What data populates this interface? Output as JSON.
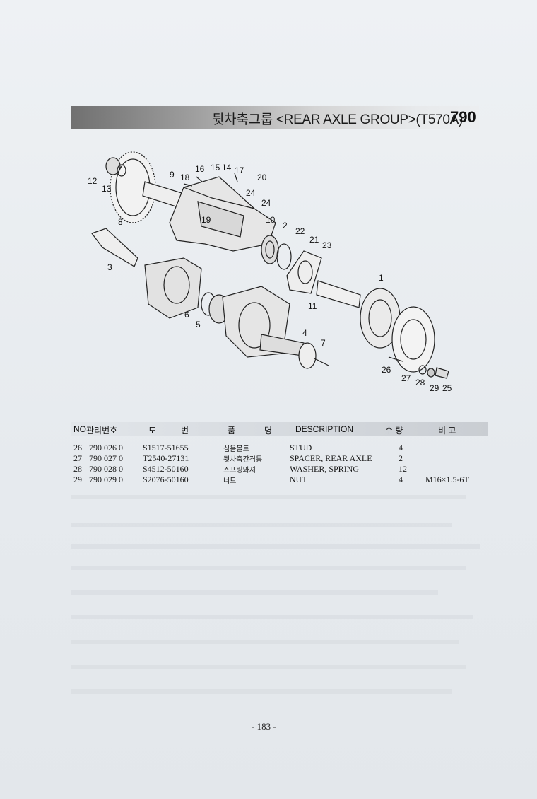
{
  "header": {
    "title": "뒷차축그룹 <REAR AXLE GROUP>(T570A)",
    "group_code": "790"
  },
  "diagram": {
    "callouts": [
      "12",
      "13",
      "8",
      "9",
      "18",
      "16",
      "15",
      "14",
      "17",
      "20",
      "24",
      "24",
      "19",
      "10",
      "2",
      "22",
      "21",
      "23",
      "3",
      "1",
      "11",
      "6",
      "5",
      "4",
      "7",
      "26",
      "27",
      "28",
      "29",
      "25"
    ]
  },
  "table": {
    "headers": {
      "no": "NO",
      "code": "관리번호",
      "drawing_1": "도",
      "drawing_2": "번",
      "name_1": "품",
      "name_2": "명",
      "description": "DESCRIPTION",
      "qty": "수 량",
      "remarks": "비 고"
    },
    "rows": [
      {
        "no": "26",
        "code": "790 026 0",
        "drawing": "S1517-51655",
        "kor": "심음볼트",
        "desc": "STUD",
        "qty": "4",
        "remarks": ""
      },
      {
        "no": "27",
        "code": "790 027 0",
        "drawing": "T2540-27131",
        "kor": "뒷차축간격통",
        "desc": "SPACER, REAR AXLE",
        "qty": "2",
        "remarks": ""
      },
      {
        "no": "28",
        "code": "790 028 0",
        "drawing": "S4512-50160",
        "kor": "스프링와셔",
        "desc": "WASHER, SPRING",
        "qty": "12",
        "remarks": ""
      },
      {
        "no": "29",
        "code": "790 029 0",
        "drawing": "S2076-50160",
        "kor": "너트",
        "desc": "NUT",
        "qty": "4",
        "remarks": "M16×1.5-6T"
      }
    ]
  },
  "footer": {
    "page": "- 183 -"
  }
}
